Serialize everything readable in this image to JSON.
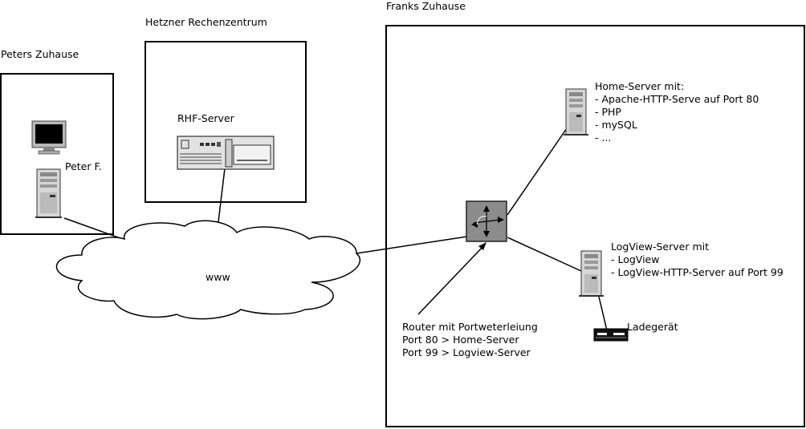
{
  "zones": {
    "peter": {
      "title": "Peters Zuhause"
    },
    "hetzner": {
      "title": "Hetzner Rechenzentrum"
    },
    "frank": {
      "title": "Franks Zuhause"
    }
  },
  "nodes": {
    "peter_pc": {
      "label": "Peter F."
    },
    "rhf_server": {
      "label": "RHF-Server"
    },
    "cloud": {
      "label": "www"
    },
    "home_server": {
      "title": "Home-Server mit:",
      "lines": [
        "- Apache-HTTP-Serve auf Port 80",
        "- PHP",
        "- mySQL",
        "- ..."
      ]
    },
    "logview_server": {
      "title": "LogView-Server mit",
      "lines": [
        "- LogView",
        "- LogView-HTTP-Server auf Port 99"
      ]
    },
    "charger": {
      "label": "Ladegerät"
    },
    "router": {
      "title": "Router mit Portweterleiung",
      "lines": [
        "Port 80 > Home-Server",
        "Port 99 > Logview-Server"
      ]
    }
  },
  "icons": {
    "monitor": "monitor-icon",
    "tower": "tower-server-icon",
    "rack": "rack-server-icon",
    "router": "router-icon",
    "charger": "charger-device-icon",
    "cloud": "cloud-icon"
  }
}
